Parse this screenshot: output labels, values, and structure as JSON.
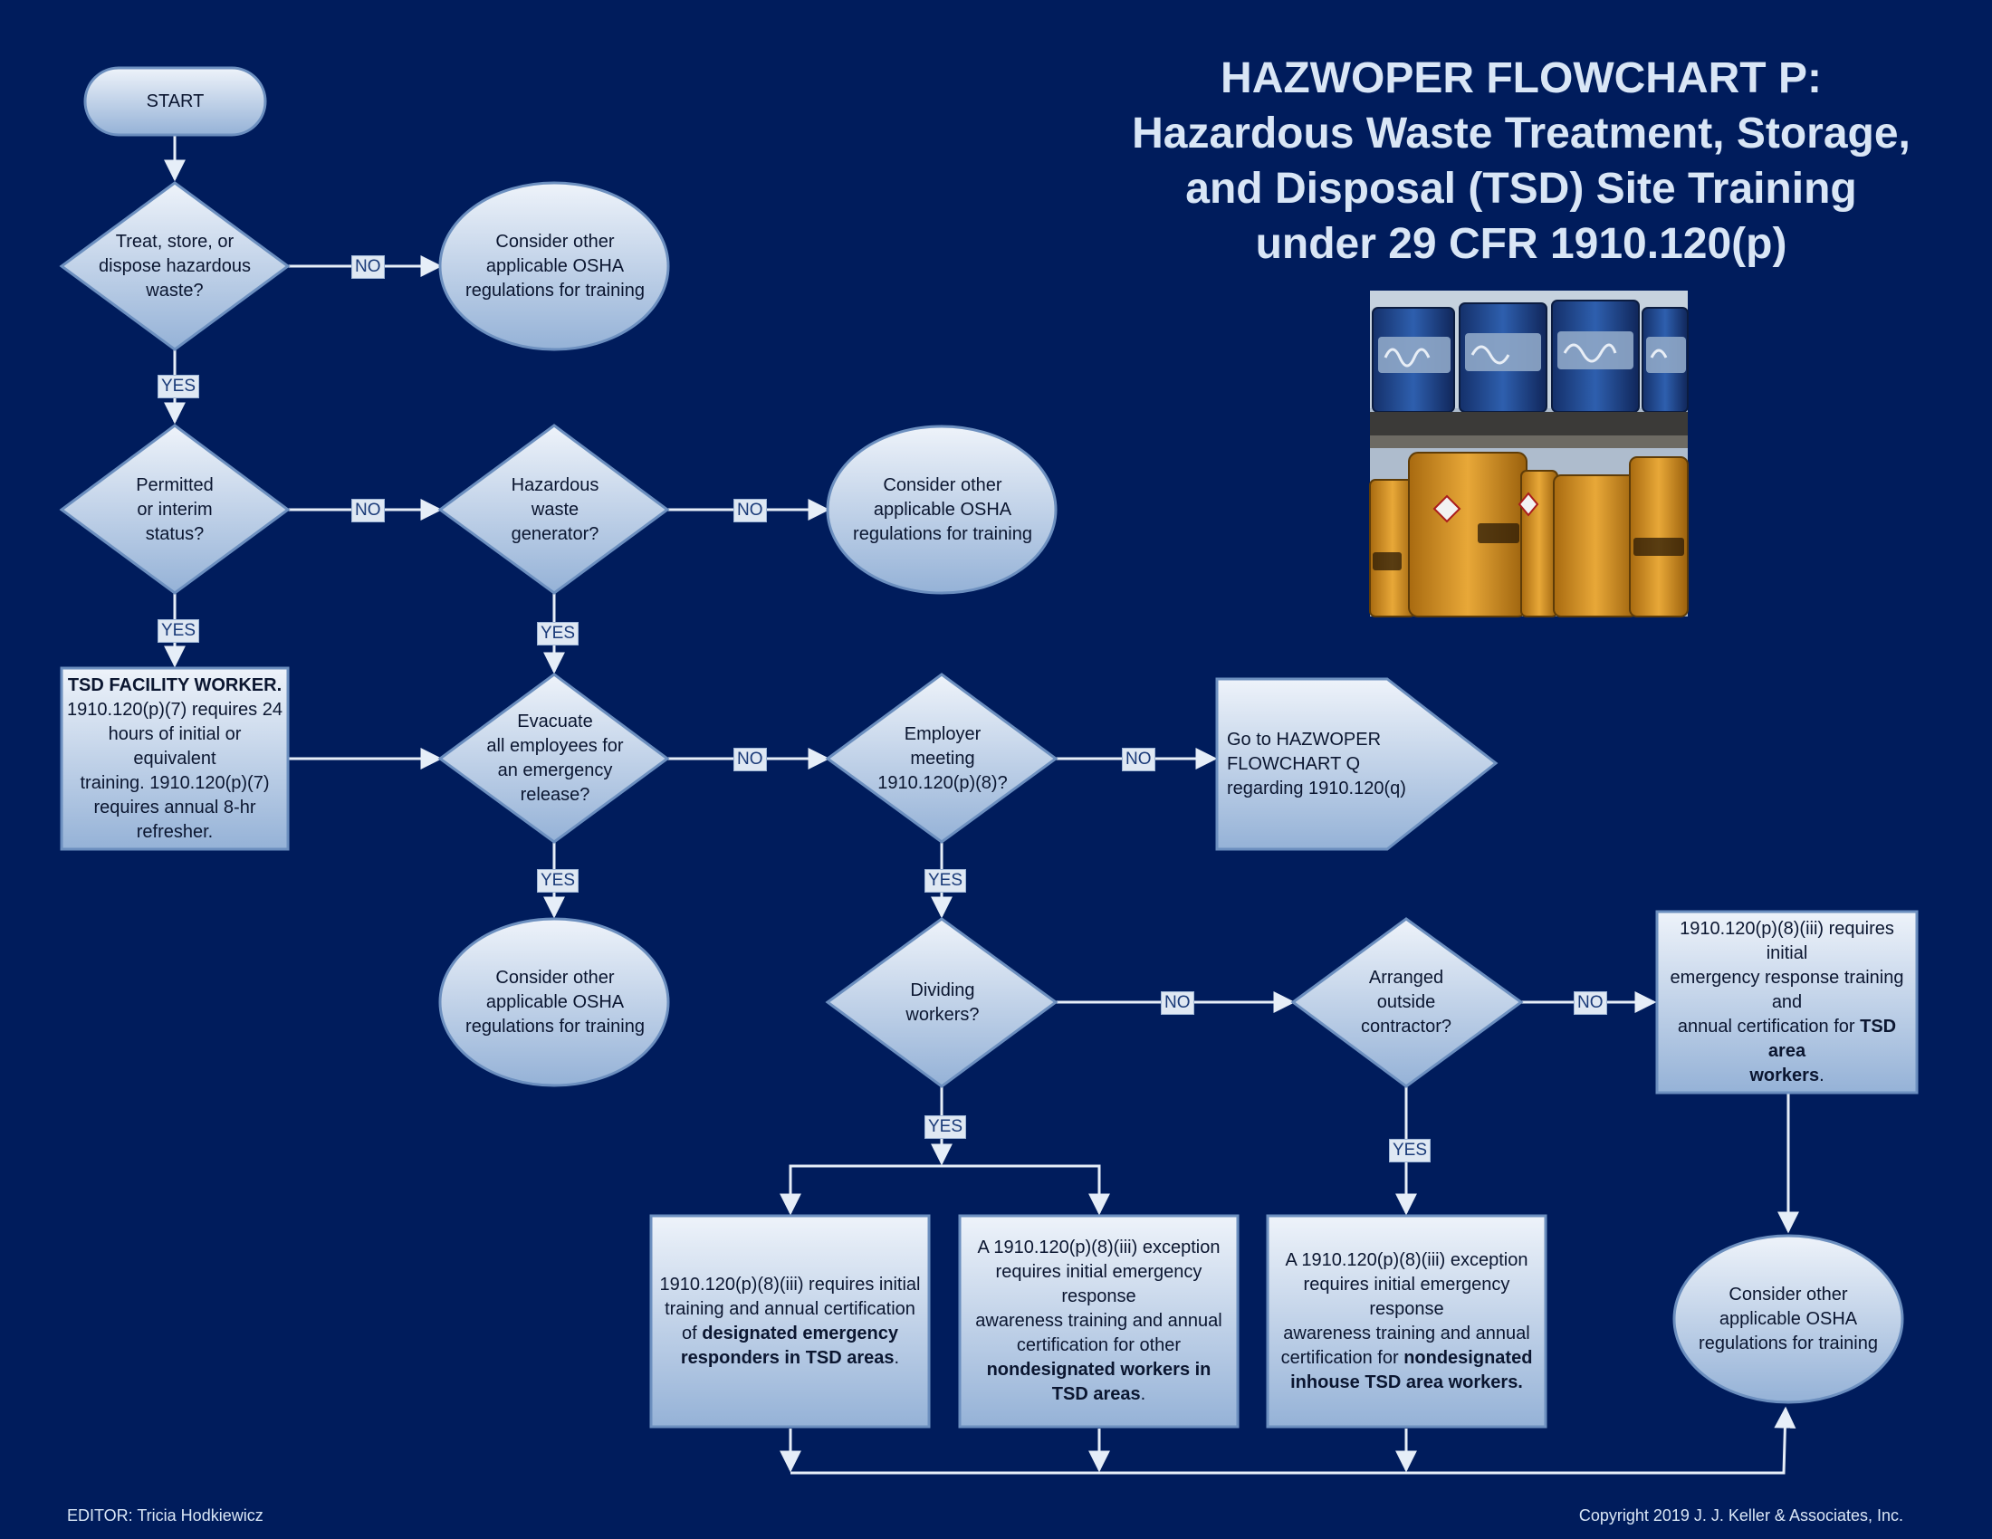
{
  "title": {
    "line1": "HAZWOPER FLOWCHART P:",
    "line2": "Hazardous Waste Treatment, Storage,",
    "line3": "and Disposal (TSD) Site Training",
    "line4": "under 29 CFR 1910.120(p)"
  },
  "nodes": {
    "start": "START",
    "treat": [
      "Treat, store, or",
      "dispose hazardous",
      "waste?"
    ],
    "consider1": [
      "Consider other",
      "applicable OSHA",
      "regulations for training"
    ],
    "permitted": [
      "Permitted",
      "or interim",
      "status?"
    ],
    "generator": [
      "Hazardous",
      "waste",
      "generator?"
    ],
    "consider2": [
      "Consider other",
      "applicable OSHA",
      "regulations for training"
    ],
    "tsd_worker": [
      "TSD FACILITY WORKER.",
      "1910.120(p)(7) requires 24",
      "hours of initial or equivalent",
      "training. 1910.120(p)(7)",
      "requires annual 8-hr",
      "refresher."
    ],
    "evacuate": [
      "Evacuate",
      "all employees for",
      "an emergency",
      "release?"
    ],
    "employer": [
      "Employer",
      "meeting",
      "1910.120(p)(8)?"
    ],
    "goto_q": [
      "Go to HAZWOPER",
      "FLOWCHART Q",
      "regarding 1910.120(q)"
    ],
    "consider3": [
      "Consider other",
      "applicable OSHA",
      "regulations for training"
    ],
    "dividing": [
      "Dividing",
      "workers?"
    ],
    "arranged": [
      "Arranged",
      "outside",
      "contractor?"
    ],
    "tsd_area": {
      "l1": "1910.120(p)(8)(iii) requires initial",
      "l2": "emergency response training and",
      "l3a": "annual certification for ",
      "l3b": "TSD area",
      "l4b": "workers",
      "l4c": "."
    },
    "designated": {
      "l1": "1910.120(p)(8)(iii) requires initial",
      "l2": "training and annual certification",
      "l3a": "of ",
      "l3b": "designated emergency",
      "l4b": "responders in TSD areas",
      "l4c": "."
    },
    "nondesignated": {
      "l1": "A 1910.120(p)(8)(iii) exception",
      "l2": "requires initial emergency response",
      "l3": "awareness training and annual",
      "l4": "certification for other",
      "l5b": "nondesignated workers in",
      "l6b": "TSD areas",
      "l6c": "."
    },
    "inhouse": {
      "l1": "A 1910.120(p)(8)(iii) exception",
      "l2": "requires initial emergency response",
      "l3": "awareness training and annual",
      "l4a": "certification for ",
      "l4b": "nondesignated",
      "l5b": "inhouse TSD area workers."
    },
    "consider4": [
      "Consider other",
      "applicable OSHA",
      "regulations for training"
    ]
  },
  "labels": {
    "no": "NO",
    "yes": "YES"
  },
  "photo_icon": "hazardous-waste-drums-photo",
  "footer": {
    "editor": "EDITOR: Tricia Hodkiewicz",
    "copyright": "Copyright 2019 J. J. Keller & Associates, Inc."
  },
  "colors": {
    "background": "#001c5c",
    "shape_top": "#e9f0f8",
    "shape_bottom": "#9ab6d9",
    "shape_border": "#6c8fbf",
    "connector": "#e6eef8",
    "title": "#d9e6f6"
  }
}
